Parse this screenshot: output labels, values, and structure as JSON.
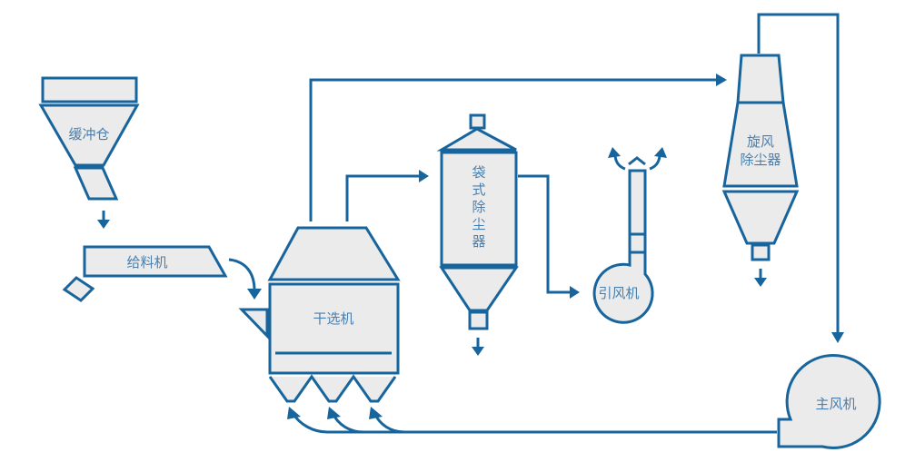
{
  "colors": {
    "stroke": "#17659c",
    "fill": "#ebebeb",
    "label": "#4a7fad",
    "background": "#ffffff"
  },
  "equipment": {
    "buffer_bin": {
      "label": "缓冲仓"
    },
    "feeder": {
      "label": "给料机"
    },
    "dry_separator": {
      "label": "干选机"
    },
    "bag_filter": {
      "label_chars": [
        "袋",
        "式",
        "除",
        "尘",
        "器"
      ]
    },
    "induced_fan": {
      "label": "引风机"
    },
    "cyclone": {
      "label_line1": "旋风",
      "label_line2": "除尘器"
    },
    "main_fan": {
      "label": "主风机"
    }
  }
}
